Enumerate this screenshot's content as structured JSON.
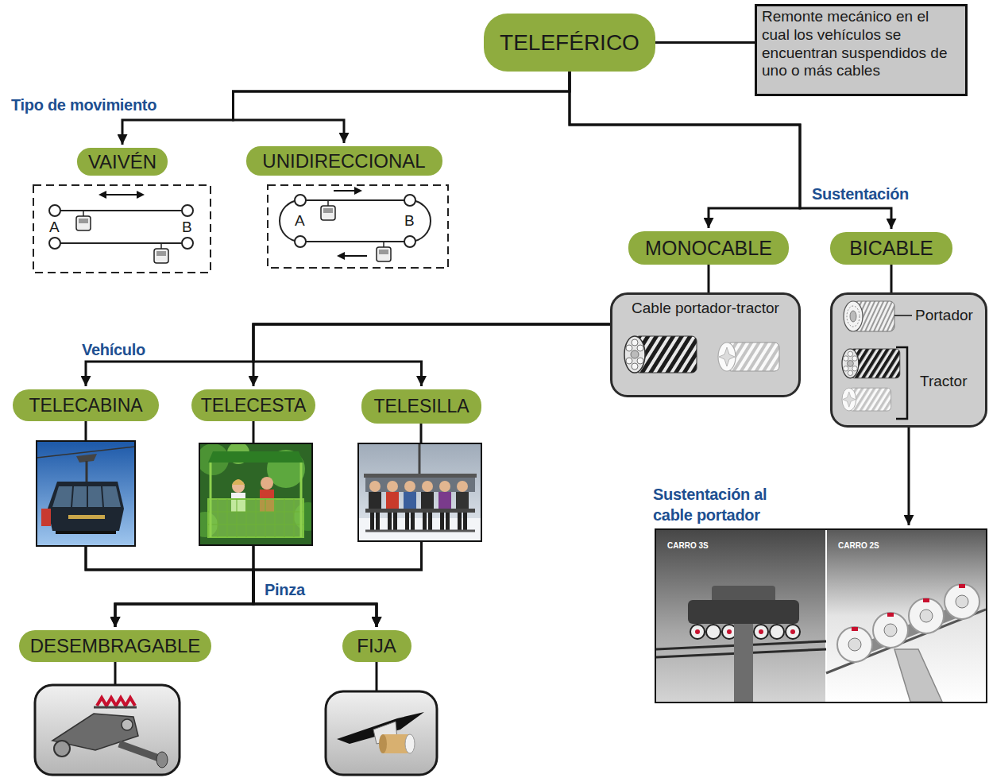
{
  "diagram": {
    "nodes": [
      {
        "text": [
          "TELEFÉRICO"
        ]
      },
      {
        "text": [
          "Remonte mecánico en el cual los vehículos se encuentran suspendidos de uno o más cables"
        ]
      },
      {
        "text": [
          "VAIVÉN"
        ]
      },
      {
        "text": [
          "UNIDIRECCIONAL"
        ]
      },
      {
        "text": [
          "MONOCABLE"
        ]
      },
      {
        "text": [
          "BICABLE"
        ]
      },
      {
        "text": [
          "Cable portador-tractor"
        ]
      },
      {
        "text": [
          "Portador",
          "Tractor"
        ]
      },
      {
        "text": [
          "TELECABINA"
        ]
      },
      {
        "text": [
          "TELECESTA"
        ]
      },
      {
        "text": [
          "TELESILLA"
        ]
      },
      {
        "text": [
          "DESEMBRAGABLE"
        ]
      },
      {
        "text": [
          "FIJA"
        ]
      },
      {
        "text": [
          "CARRO 3S",
          "CARRO 2S"
        ]
      }
    ],
    "edges": [
      {
        "from": 0,
        "to": 1,
        "arrow": "none"
      },
      {
        "from": 0,
        "to": 2,
        "arrow": "to"
      },
      {
        "from": 0,
        "to": 3,
        "arrow": "to"
      },
      {
        "from": 0,
        "to": 4,
        "arrow": "to"
      },
      {
        "from": 0,
        "to": 5,
        "arrow": "to"
      },
      {
        "from": 4,
        "to": 6,
        "arrow": "none"
      },
      {
        "from": 5,
        "to": 7,
        "arrow": "none"
      },
      {
        "from": 6,
        "to": 8,
        "arrow": "to"
      },
      {
        "from": 6,
        "to": 9,
        "arrow": "to"
      },
      {
        "from": 6,
        "to": 10,
        "arrow": "to"
      },
      {
        "from": 7,
        "to": 13,
        "arrow": "to"
      },
      {
        "from": 8,
        "to": 11,
        "arrow": "to"
      },
      {
        "from": 8,
        "to": 12,
        "arrow": "to"
      },
      {
        "from": 9,
        "to": 11,
        "arrow": "to"
      },
      {
        "from": 9,
        "to": 12,
        "arrow": "to"
      },
      {
        "from": 10,
        "to": 11,
        "arrow": "to"
      },
      {
        "from": 10,
        "to": 12,
        "arrow": "to"
      }
    ],
    "labels": [
      "Tipo de movimiento",
      "Sustentación",
      "A",
      "B",
      "A",
      "B",
      "Vehículo",
      "Sustentación al cable portador",
      "Pinza"
    ]
  }
}
